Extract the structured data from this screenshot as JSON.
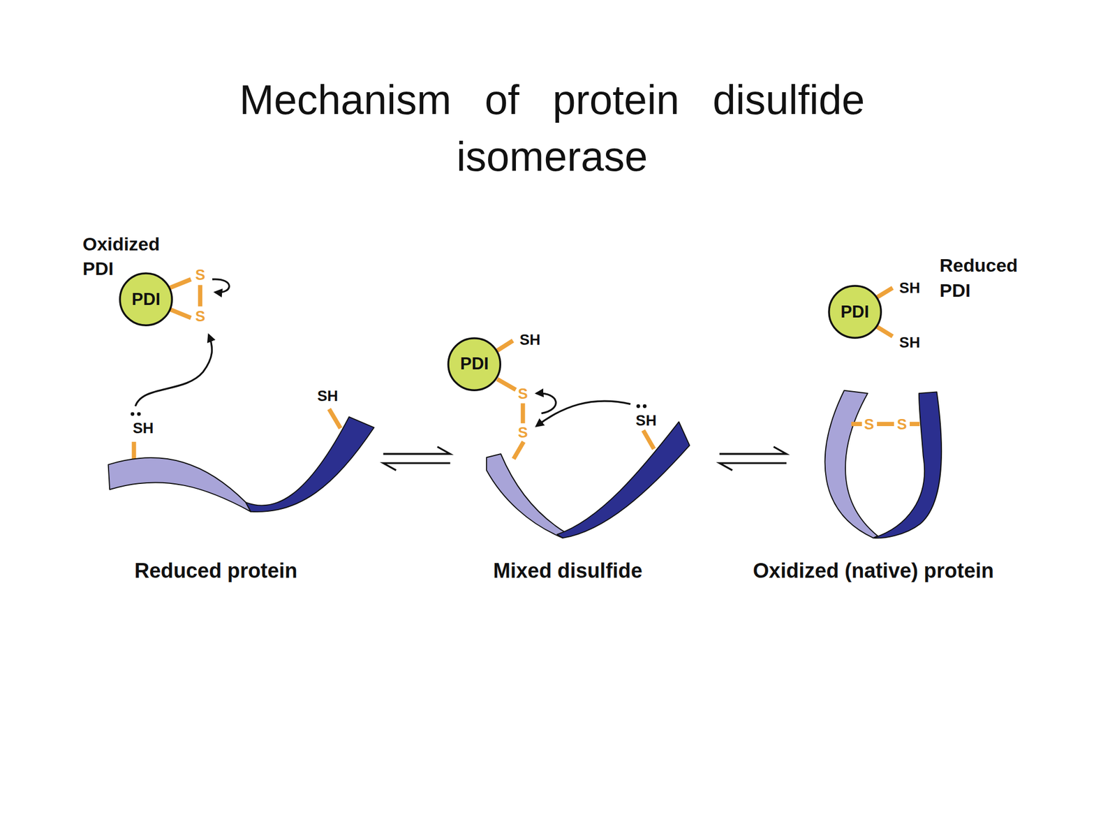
{
  "diagram": {
    "title": "Mechanism of protein disulfide isomerase",
    "nodes": [
      {
        "text": [
          "Oxidized PDI",
          "PDI"
        ]
      },
      {
        "text": [
          "PDI"
        ]
      },
      {
        "text": [
          "Reduced PDI",
          "PDI"
        ]
      }
    ],
    "labels": [
      "S",
      "S",
      "SH",
      "SH",
      "SH",
      "S",
      "S",
      "SH",
      "SH",
      "SH",
      "S",
      "S",
      "Reduced protein",
      "Mixed disulfide",
      "Oxidized (native) protein"
    ]
  }
}
